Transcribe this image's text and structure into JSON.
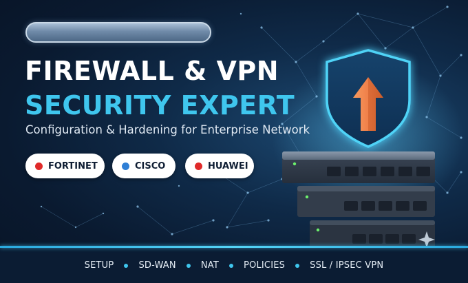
{
  "headline": {
    "line1": "FIREWALL & VPN",
    "line2": "SECURITY EXPERT",
    "subtitle": "Configuration & Hardening for Enterprise Network"
  },
  "brands": [
    {
      "label": "FORTINET",
      "dot_color": "#e02a2a"
    },
    {
      "label": "CISCO",
      "dot_color": "#2f7fd6"
    },
    {
      "label": "HUAWEI",
      "dot_color": "#e02a2a"
    }
  ],
  "services": [
    "SETUP",
    "SD-WAN",
    "NAT",
    "POLICIES",
    "SSL / IPSEC VPN"
  ],
  "icons": {
    "shield": "shield-icon",
    "arrow": "up-arrow-icon",
    "device": "server-stack-icon",
    "sparkle": "sparkle-icon"
  },
  "colors": {
    "accent": "#3fc6ee",
    "arrow": "#f0804a",
    "background": "#0f2a48"
  }
}
